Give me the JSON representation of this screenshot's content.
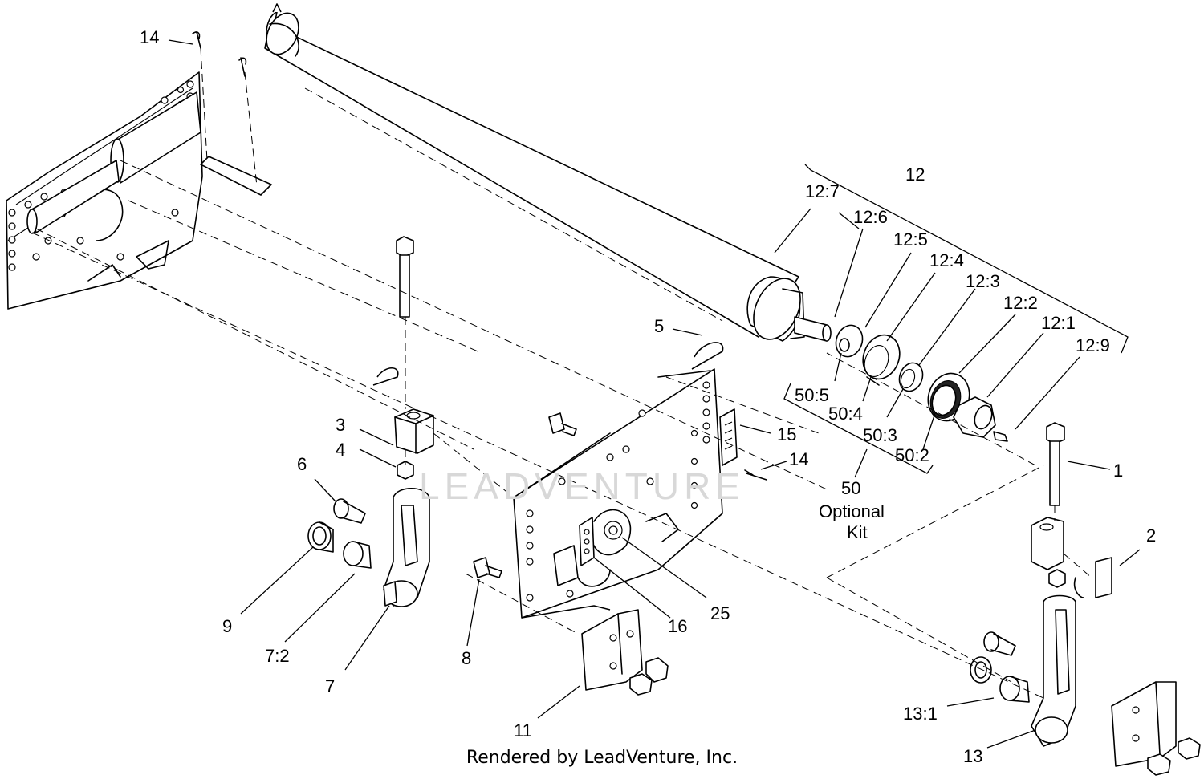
{
  "callouts": {
    "c14a": "14",
    "c12": "12",
    "c12_7": "12:7",
    "c12_6": "12:6",
    "c12_5": "12:5",
    "c12_4": "12:4",
    "c12_3": "12:3",
    "c12_2": "12:2",
    "c12_1": "12:1",
    "c12_9": "12:9",
    "c5": "5",
    "c50_5": "50:5",
    "c50_4": "50:4",
    "c50_3": "50:3",
    "c50_2": "50:2",
    "c50": "50",
    "c50_optional": "Optional",
    "c50_kit": "Kit",
    "c3": "3",
    "c4": "4",
    "c6": "6",
    "c15": "15",
    "c14b": "14",
    "c1": "1",
    "c2": "2",
    "c9": "9",
    "c7_2": "7:2",
    "c7": "7",
    "c8": "8",
    "c16": "16",
    "c25": "25",
    "c11": "11",
    "c13_1": "13:1",
    "c13": "13"
  },
  "watermark": "LEADVENTURE",
  "footer": "Rendered by LeadVenture, Inc."
}
